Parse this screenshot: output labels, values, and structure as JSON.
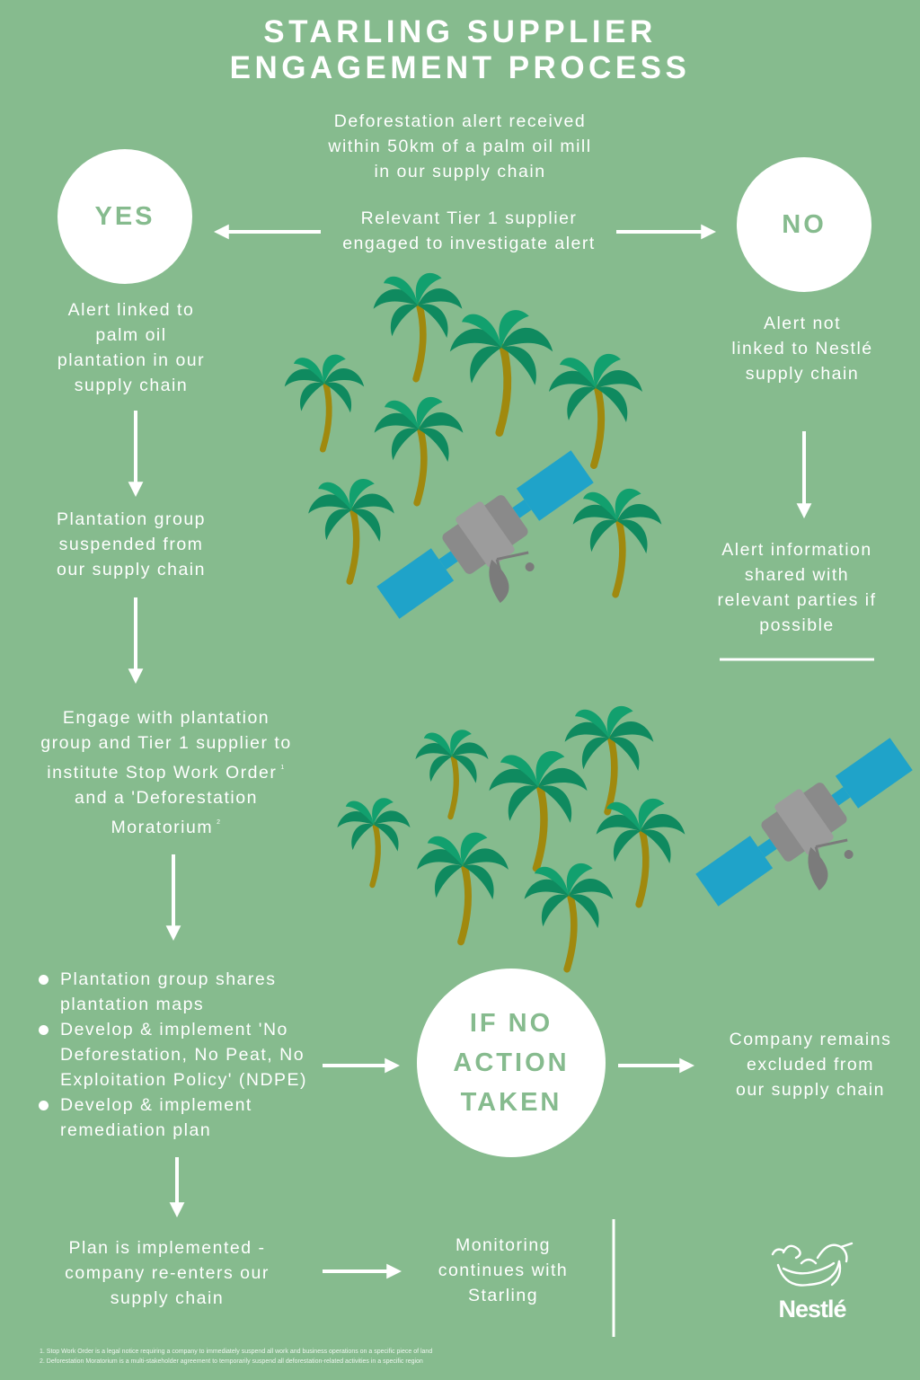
{
  "title": "STARLING SUPPLIER\nENGAGEMENT PROCESS",
  "top": {
    "alert_received": "Deforestation alert received\nwithin 50km of a palm oil mill\nin our supply chain",
    "supplier_engaged": "Relevant Tier 1 supplier\nengaged to investigate alert"
  },
  "yes_branch": {
    "label": "YES",
    "linked": "Alert linked to\npalm oil\nplantation in our\nsupply chain",
    "suspended": "Plantation group\nsuspended from\nour supply chain",
    "engage_line1": "Engage with plantation",
    "engage_line2": "group and Tier 1 supplier to",
    "engage_line3": "institute Stop Work Order",
    "engage_line4": "and a 'Deforestation",
    "engage_line5": "Moratorium",
    "footnote_ref_1": "1",
    "footnote_ref_2": "2",
    "requirements": [
      "Plantation group shares plantation maps",
      "Develop & implement 'No Deforestation, No Peat, No Exploitation Policy' (NDPE)",
      "Develop & implement remediation plan"
    ],
    "implemented": "Plan is implemented -\ncompany re-enters our\nsupply chain",
    "monitoring": "Monitoring\ncontinues with\nStarling"
  },
  "no_branch": {
    "label": "NO",
    "not_linked": "Alert not\nlinked to Nestlé\nsupply chain",
    "shared": "Alert information\nshared with\nrelevant parties if\npossible"
  },
  "no_action": {
    "label": "IF NO\nACTION\nTAKEN",
    "excluded": "Company remains\nexcluded from\nour supply chain"
  },
  "logo": {
    "wordmark": "Nestlé"
  },
  "footnotes": [
    "1. Stop Work Order is a legal notice requiring a company to immediately suspend all work and business operations on a specific piece of land",
    "2. Deforestation Moratorium is a multi-stakeholder agreement to temporarily suspend all deforestation-related activities in a specific region"
  ],
  "colors": {
    "background": "#86bb8e",
    "circle": "#ffffff",
    "circle_text": "#86bb8e",
    "palm_leaf": "#0f8a5f",
    "palm_trunk": "#a0890e",
    "satellite_panel": "#1fa3c9",
    "satellite_body": "#8a8a8a"
  }
}
